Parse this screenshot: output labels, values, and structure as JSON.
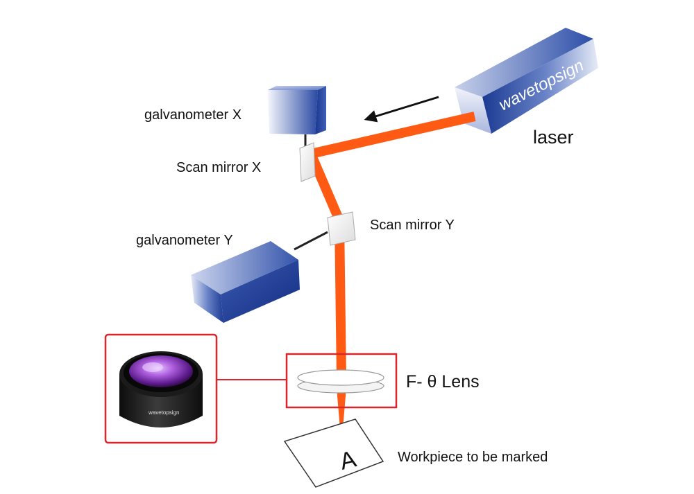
{
  "labels": {
    "laser": "laser",
    "brand": "wavetopsign",
    "galvanometer_x": "galvanometer X",
    "scan_mirror_x": "Scan mirror X",
    "scan_mirror_y": "Scan mirror Y",
    "galvanometer_y": "galvanometer Y",
    "f_theta_lens": "F- θ Lens",
    "workpiece": "Workpiece to be marked",
    "workpiece_mark": "A",
    "lens_brand": "wavetopsign"
  },
  "colors": {
    "beam": "#ff5a14",
    "highlight_box": "#d9262c",
    "device_blue": "#1f3f9a",
    "arrow": "#111111"
  },
  "icons": {
    "lens_photo": "camera-lens-icon",
    "direction_arrow": "arrow-left-icon"
  }
}
